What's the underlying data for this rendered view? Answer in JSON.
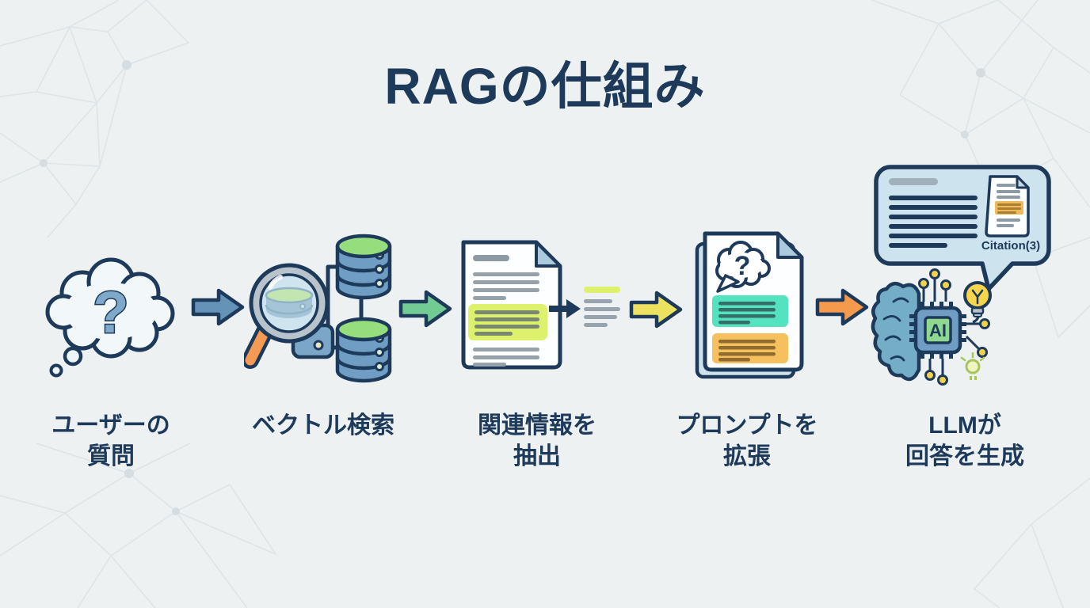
{
  "title": "RAGの仕組み",
  "steps": [
    {
      "name": "user-question",
      "label": "ユーザーの\n質問",
      "icon": "thought-bubble-question-icon",
      "question_mark": "?"
    },
    {
      "name": "vector-search",
      "label": "ベクトル検索",
      "icon": "magnifier-databases-icon"
    },
    {
      "name": "extract-relevant-info",
      "label": "関連情報を\n抽出",
      "icon": "document-highlight-extract-icon"
    },
    {
      "name": "augment-prompt",
      "label": "プロンプトを\n拡張",
      "icon": "prompt-document-icon",
      "question_mark": "?"
    },
    {
      "name": "llm-generate-answer",
      "label": "LLMが\n回答を生成",
      "icon": "brain-ai-chip-icon",
      "chip_label": "AI",
      "citation_label": "Citation(3)"
    }
  ],
  "arrows": [
    {
      "name": "arrow-1",
      "color": "#6593b8"
    },
    {
      "name": "arrow-2",
      "color": "#72cb93"
    },
    {
      "name": "arrow-3",
      "color": "#ece25f"
    },
    {
      "name": "arrow-4",
      "color": "#f59a4d"
    }
  ],
  "colors": {
    "background": "#edf1f2",
    "outline_navy": "#1e3a5a",
    "mesh_line": "#dce3e7",
    "db_body_blue": "#6f9dc4",
    "db_top_green": "#96dd7d",
    "highlight_yellow_green": "#def16d",
    "teal_block": "#54e3c1",
    "orange_block": "#f6c05e",
    "bubble_light_blue": "#cde4ef",
    "magnifier_handle_orange": "#f49a55",
    "brain_teal": "#74aec6",
    "chip_green": "#8fd98f",
    "bulb_yellow": "#f7d54d"
  }
}
